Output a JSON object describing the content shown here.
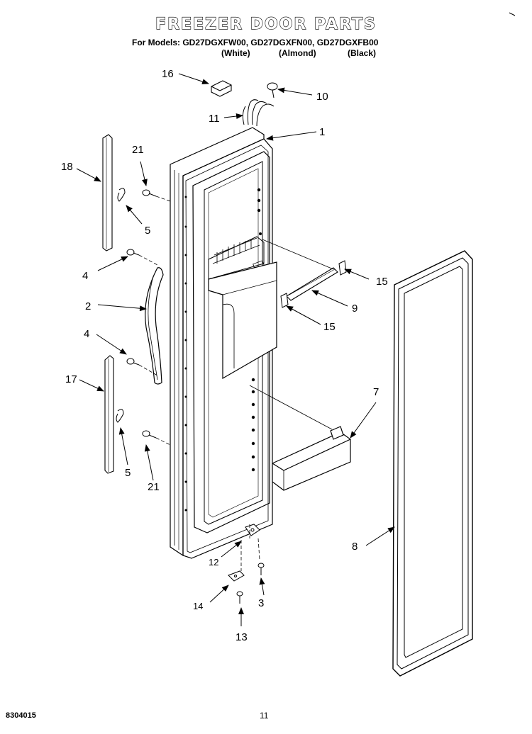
{
  "title": "FREEZER DOOR PARTS",
  "models_line": "For Models: GD27DGXFW00, GD27DGXFN00, GD27DGXFB00",
  "variants": [
    "(White)",
    "(Almond)",
    "(Black)"
  ],
  "callouts": {
    "c16": "16",
    "c10": "10",
    "c11": "11",
    "c1": "1",
    "c21a": "21",
    "c18": "18",
    "c5a": "5",
    "c4a": "4",
    "c15a": "15",
    "c2": "2",
    "c9": "9",
    "c15b": "15",
    "c4b": "4",
    "c17": "17",
    "c7": "7",
    "c5b": "5",
    "c21b": "21",
    "c8": "8",
    "c12": "12",
    "c3": "3",
    "c14": "14",
    "c13": "13"
  },
  "footer": {
    "doc_number": "8304015",
    "page_number": "11"
  }
}
